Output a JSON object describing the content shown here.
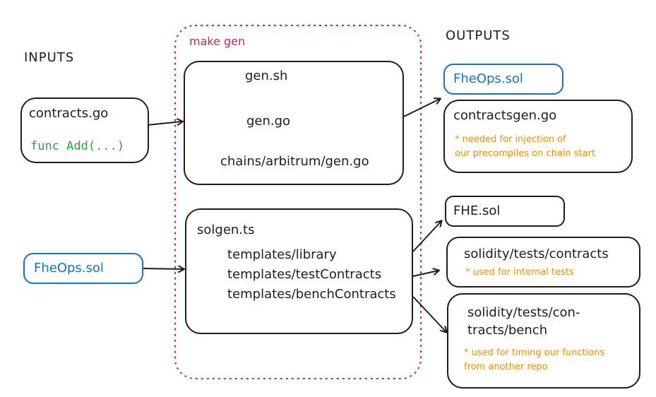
{
  "colors": {
    "ink": "#1e1e1e",
    "blue": "#1971c2",
    "green": "#2f9e44",
    "orange": "#f08c00",
    "pink": "#c2255c"
  },
  "inputs": {
    "heading": "INPUTS",
    "contracts_go": {
      "title": "contracts.go",
      "code": "func Add(...)"
    },
    "fheops_sol": {
      "title": "FheOps.sol"
    }
  },
  "make_gen": {
    "label": "make gen",
    "gen_steps": [
      "gen.sh",
      "gen.go",
      "chains/arbitrum/gen.go"
    ],
    "solgen": {
      "title": "solgen.ts",
      "templates": [
        "templates/library",
        "templates/testContracts",
        "templates/benchContracts"
      ]
    }
  },
  "outputs": {
    "heading": "OUTPUTS",
    "fheops_sol": {
      "title": "FheOps.sol"
    },
    "contractsgen_go": {
      "title": "contractsgen.go",
      "note_lines": [
        "* needed for injection of",
        "our precompiles on chain start"
      ]
    },
    "fhe_sol": {
      "title": "FHE.sol"
    },
    "tests_contracts": {
      "title": "solidity/tests/contracts",
      "note_lines": [
        "* used for internal tests"
      ]
    },
    "tests_bench": {
      "title_lines": [
        "solidity/tests/con-",
        "tracts/bench"
      ],
      "note_lines": [
        "* used for timing our functions",
        "from another repo"
      ]
    }
  }
}
